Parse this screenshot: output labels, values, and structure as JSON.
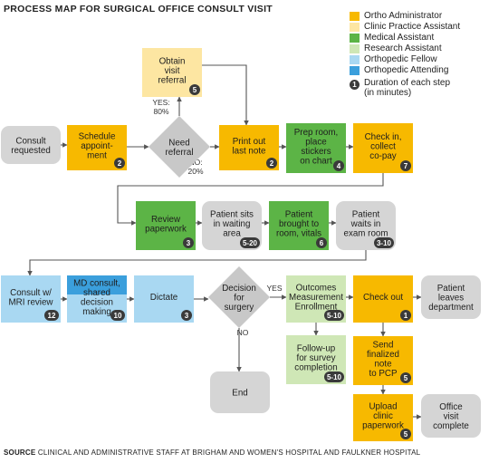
{
  "title": "PROCESS MAP FOR SURGICAL OFFICE CONSULT VISIT",
  "source": {
    "label": "SOURCE",
    "text": "CLINICAL AND ADMINISTRATIVE STAFF AT BRIGHAM AND WOMEN'S HOSPITAL AND FAULKNER HOSPITAL"
  },
  "colors": {
    "ortho_admin": "#f7b900",
    "practice_assistant": "#fde6a2",
    "medical_assistant": "#5cb446",
    "research_assistant": "#cfe7b6",
    "ortho_fellow": "#a9d8f2",
    "ortho_attending": "#3b9fdc",
    "terminal": "#d5d5d5",
    "decision": "#c8c8c8",
    "badge": "#3a3a3a",
    "line": "#555555"
  },
  "legend": {
    "items": [
      {
        "key": "ortho_admin",
        "label": "Ortho Administrator"
      },
      {
        "key": "practice_assistant",
        "label": "Clinic Practice Assistant"
      },
      {
        "key": "medical_assistant",
        "label": "Medical Assistant"
      },
      {
        "key": "research_assistant",
        "label": "Research Assistant"
      },
      {
        "key": "ortho_fellow",
        "label": "Orthopedic Fellow"
      },
      {
        "key": "ortho_attending",
        "label": "Orthopedic Attending"
      }
    ],
    "duration": {
      "badge": "1",
      "label": "Duration of each step\n(in minutes)"
    }
  },
  "nodes": [
    {
      "id": "consult_requested",
      "shape": "terminal",
      "lines": [
        "Consult",
        "requested"
      ]
    },
    {
      "id": "schedule",
      "shape": "box",
      "role": "ortho_admin",
      "lines": [
        "Schedule",
        "appoint-",
        "ment"
      ],
      "duration": "2"
    },
    {
      "id": "need_referral",
      "shape": "diamond",
      "lines": [
        "Need",
        "referral"
      ]
    },
    {
      "id": "obtain_referral",
      "shape": "box",
      "role": "practice_assistant",
      "lines": [
        "Obtain",
        "visit",
        "referral"
      ],
      "duration": "5"
    },
    {
      "id": "print_note",
      "shape": "box",
      "role": "ortho_admin",
      "lines": [
        "Print out",
        "last note"
      ],
      "duration": "2"
    },
    {
      "id": "prep_room",
      "shape": "box",
      "role": "medical_assistant",
      "lines": [
        "Prep room,",
        "place",
        "stickers",
        "on chart"
      ],
      "duration": "4"
    },
    {
      "id": "check_in",
      "shape": "box",
      "role": "ortho_admin",
      "lines": [
        "Check in,",
        "collect",
        "co-pay"
      ],
      "duration": "7"
    },
    {
      "id": "review_paperwork",
      "shape": "box",
      "role": "medical_assistant",
      "lines": [
        "Review",
        "paperwork"
      ],
      "duration": "3"
    },
    {
      "id": "waiting_area",
      "shape": "terminal",
      "lines": [
        "Patient sits",
        "in waiting",
        "area"
      ],
      "duration": "5-20"
    },
    {
      "id": "brought_to_room",
      "shape": "box",
      "role": "medical_assistant",
      "lines": [
        "Patient",
        "brought to",
        "room, vitals"
      ],
      "duration": "6"
    },
    {
      "id": "exam_room",
      "shape": "terminal",
      "lines": [
        "Patient",
        "waits in",
        "exam room"
      ],
      "duration": "3-10"
    },
    {
      "id": "mri_review",
      "shape": "box",
      "role": "ortho_fellow",
      "lines": [
        "Consult w/",
        "MRI review"
      ],
      "duration": "12"
    },
    {
      "id": "md_consult",
      "shape": "split",
      "roles": [
        "ortho_attending",
        "ortho_fellow"
      ],
      "lines": [
        "MD consult,",
        "shared",
        "decision",
        "making"
      ],
      "duration": "10"
    },
    {
      "id": "dictate",
      "shape": "box",
      "role": "ortho_fellow",
      "lines": [
        "Dictate"
      ],
      "duration": "3"
    },
    {
      "id": "decision_surgery",
      "shape": "diamond",
      "lines": [
        "Decision",
        "for",
        "surgery"
      ]
    },
    {
      "id": "end",
      "shape": "terminal",
      "lines": [
        "End"
      ]
    },
    {
      "id": "outcomes",
      "shape": "box",
      "role": "research_assistant",
      "lines": [
        "Outcomes",
        "Measurement",
        "Enrollment"
      ],
      "duration": "5-10"
    },
    {
      "id": "follow_up",
      "shape": "box",
      "role": "research_assistant",
      "lines": [
        "Follow-up",
        "for survey",
        "completion"
      ],
      "duration": "5-10"
    },
    {
      "id": "check_out",
      "shape": "box",
      "role": "ortho_admin",
      "lines": [
        "Check out"
      ],
      "duration": "1"
    },
    {
      "id": "leaves",
      "shape": "terminal",
      "lines": [
        "Patient",
        "leaves",
        "department"
      ]
    },
    {
      "id": "send_note",
      "shape": "box",
      "role": "ortho_admin",
      "lines": [
        "Send",
        "finalized",
        "note",
        "to PCP"
      ],
      "duration": "5"
    },
    {
      "id": "upload",
      "shape": "box",
      "role": "ortho_admin",
      "lines": [
        "Upload",
        "clinic",
        "paperwork"
      ],
      "duration": "5"
    },
    {
      "id": "office_complete",
      "shape": "terminal",
      "lines": [
        "Office",
        "visit",
        "complete"
      ]
    }
  ],
  "edges": [
    {
      "from": "consult_requested",
      "to": "schedule"
    },
    {
      "from": "schedule",
      "to": "need_referral"
    },
    {
      "from": "need_referral",
      "to": "obtain_referral",
      "label": "YES:\n80%"
    },
    {
      "from": "obtain_referral",
      "to": "print_note"
    },
    {
      "from": "need_referral",
      "to": "print_note",
      "label": "NO:\n20%"
    },
    {
      "from": "print_note",
      "to": "prep_room"
    },
    {
      "from": "prep_room",
      "to": "check_in"
    },
    {
      "from": "check_in",
      "to": "review_paperwork"
    },
    {
      "from": "review_paperwork",
      "to": "waiting_area"
    },
    {
      "from": "waiting_area",
      "to": "brought_to_room"
    },
    {
      "from": "brought_to_room",
      "to": "exam_room"
    },
    {
      "from": "exam_room",
      "to": "mri_review"
    },
    {
      "from": "mri_review",
      "to": "md_consult"
    },
    {
      "from": "md_consult",
      "to": "dictate"
    },
    {
      "from": "dictate",
      "to": "decision_surgery"
    },
    {
      "from": "decision_surgery",
      "to": "outcomes",
      "label": "YES"
    },
    {
      "from": "decision_surgery",
      "to": "end",
      "label": "NO"
    },
    {
      "from": "outcomes",
      "to": "check_out"
    },
    {
      "from": "outcomes",
      "to": "follow_up"
    },
    {
      "from": "check_out",
      "to": "leaves"
    },
    {
      "from": "check_out",
      "to": "send_note"
    },
    {
      "from": "send_note",
      "to": "upload"
    },
    {
      "from": "upload",
      "to": "office_complete"
    }
  ]
}
